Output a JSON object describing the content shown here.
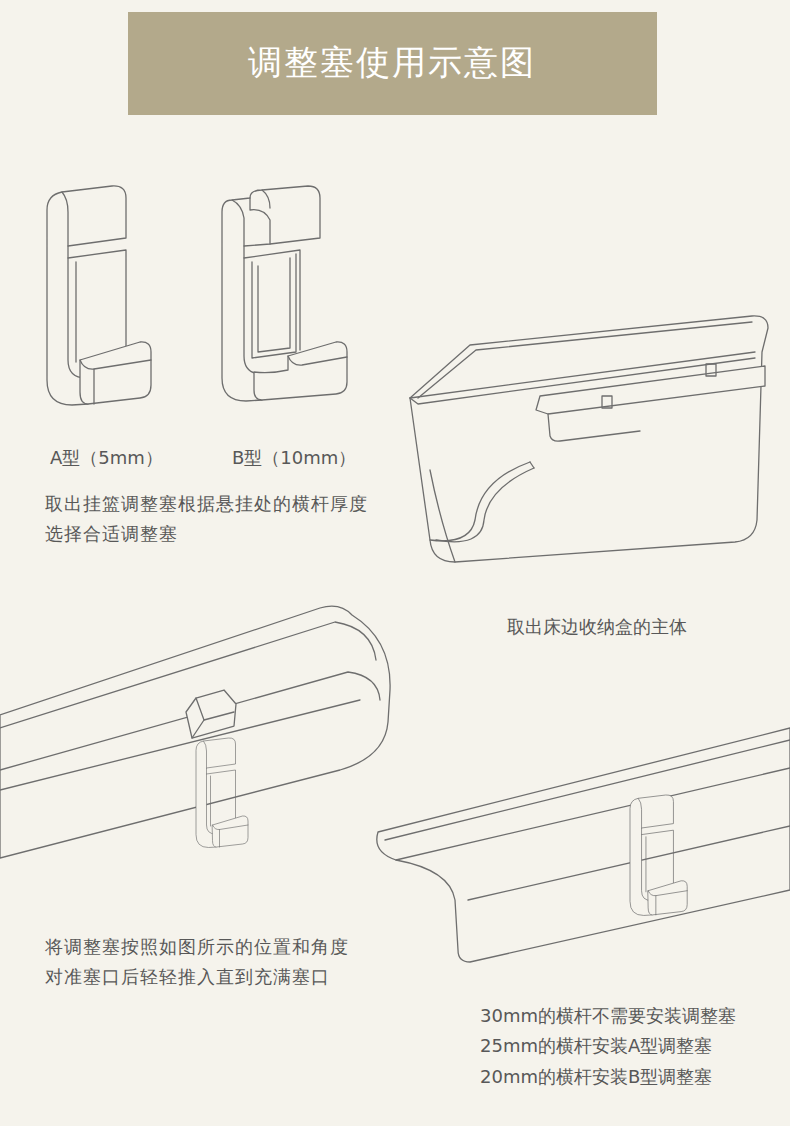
{
  "diagram": {
    "title": "调整塞使用示意图",
    "labels": [
      "A型（5mm）",
      "B型（10mm）",
      "取出挂篮调整塞根据悬挂处的横杆厚度 选择合适调整塞",
      "取出床边收纳盒的主体",
      "将调整塞按照如图所示的位置和角度 对准塞口后轻轻推入直到充满塞口",
      "30mm的横杆不需要安装调整塞",
      "25mm的横杆安装A型调整塞",
      "20mm的横杆安装B型调整塞"
    ]
  }
}
